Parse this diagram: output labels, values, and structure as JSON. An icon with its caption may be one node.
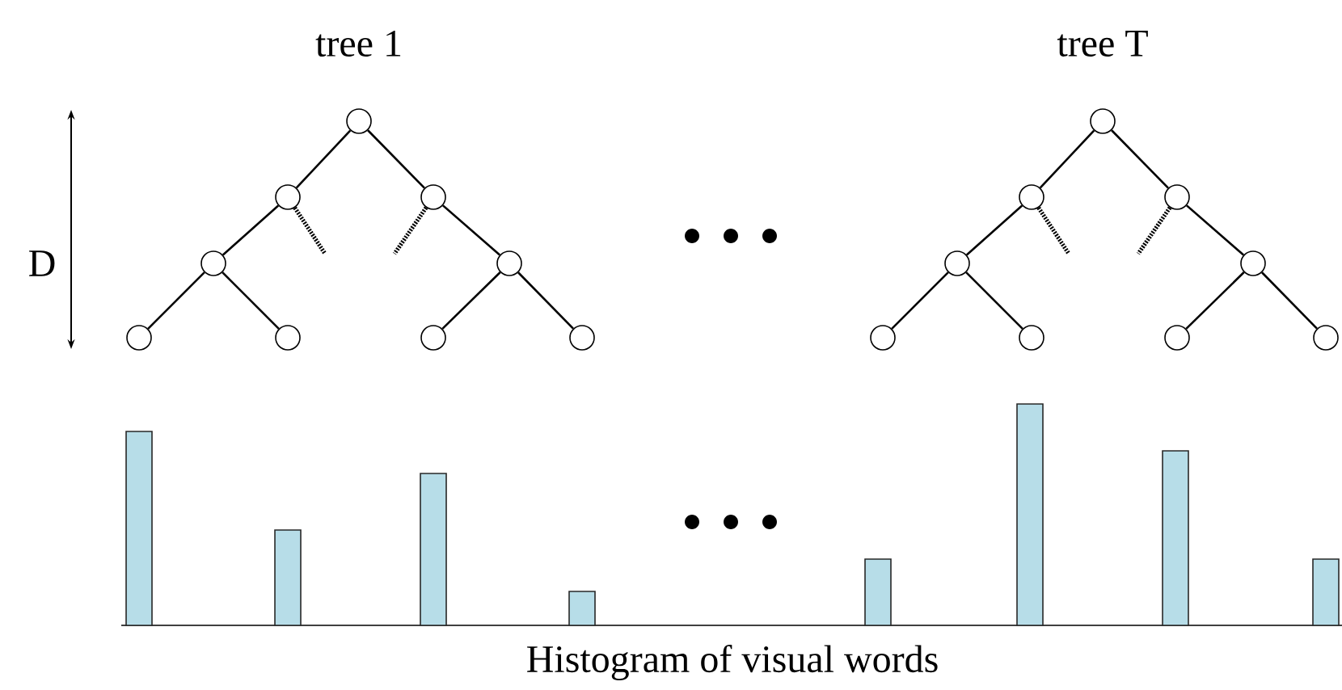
{
  "diagram": {
    "nodes": [
      {
        "text": [],
        "shape": "circle"
      },
      {
        "text": [],
        "shape": "circle"
      },
      {
        "text": [],
        "shape": "circle"
      },
      {
        "text": [],
        "shape": "circle"
      },
      {
        "text": [],
        "shape": "circle"
      },
      {
        "text": [],
        "shape": "circle"
      },
      {
        "text": [],
        "shape": "circle"
      },
      {
        "text": [],
        "shape": "circle"
      },
      {
        "text": [],
        "shape": "circle"
      },
      {
        "text": [],
        "shape": "circle"
      },
      {
        "text": [],
        "shape": "circle"
      },
      {
        "text": [],
        "shape": "circle"
      },
      {
        "text": [],
        "shape": "circle"
      },
      {
        "text": [],
        "shape": "circle"
      },
      {
        "text": [],
        "shape": "circle"
      },
      {
        "text": [],
        "shape": "circle"
      },
      {
        "text": [],
        "shape": "circle"
      },
      {
        "text": [],
        "shape": "circle"
      }
    ],
    "edges": [
      {
        "from": 0,
        "to": 1,
        "arrow": "none"
      },
      {
        "from": 0,
        "to": 2,
        "arrow": "none"
      },
      {
        "from": 1,
        "to": 3,
        "arrow": "none"
      },
      {
        "from": 2,
        "to": 4,
        "arrow": "none"
      },
      {
        "from": 3,
        "to": 5,
        "arrow": "none"
      },
      {
        "from": 3,
        "to": 6,
        "arrow": "none"
      },
      {
        "from": 4,
        "to": 7,
        "arrow": "none"
      },
      {
        "from": 4,
        "to": 8,
        "arrow": "none"
      },
      {
        "from": 1,
        "to": null,
        "arrow": "none",
        "style": "dashed"
      },
      {
        "from": 2,
        "to": null,
        "arrow": "none",
        "style": "dashed"
      },
      {
        "from": 9,
        "to": 10,
        "arrow": "none"
      },
      {
        "from": 9,
        "to": 11,
        "arrow": "none"
      },
      {
        "from": 10,
        "to": 12,
        "arrow": "none"
      },
      {
        "from": 11,
        "to": 13,
        "arrow": "none"
      },
      {
        "from": 12,
        "to": 14,
        "arrow": "none"
      },
      {
        "from": 12,
        "to": 15,
        "arrow": "none"
      },
      {
        "from": 13,
        "to": 16,
        "arrow": "none"
      },
      {
        "from": 13,
        "to": 17,
        "arrow": "none"
      },
      {
        "from": 10,
        "to": null,
        "arrow": "none",
        "style": "dashed"
      },
      {
        "from": 11,
        "to": null,
        "arrow": "none",
        "style": "dashed"
      }
    ],
    "labels": [
      "tree 1",
      "tree T",
      "D",
      "Histogram of visual words"
    ]
  }
}
